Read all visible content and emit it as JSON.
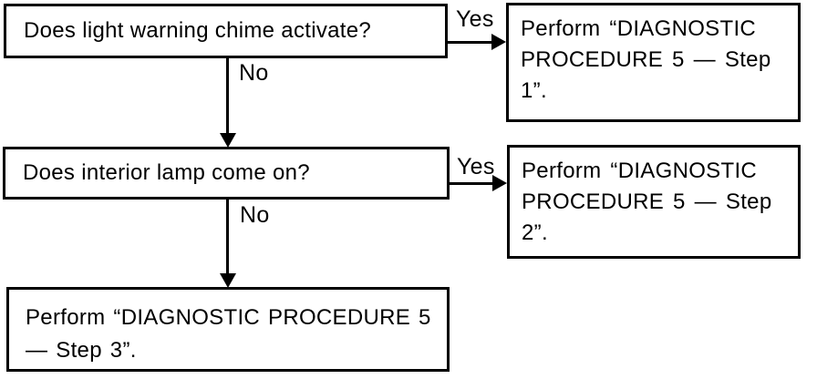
{
  "flowchart": {
    "background_color": "#ffffff",
    "line_color": "#000000",
    "nodes": [
      {
        "id": "q1",
        "type": "question",
        "text": "Does light warning chime activate?"
      },
      {
        "id": "step1",
        "type": "action",
        "text": "Perform “DIAGNOSTIC\nPROCEDURE 5 — Step\n1”."
      },
      {
        "id": "q2",
        "type": "question",
        "text": "Does interior lamp come on?"
      },
      {
        "id": "step2",
        "type": "action",
        "text": "Perform “DIAGNOSTIC\nPROCEDURE 5 — Step\n2”."
      },
      {
        "id": "step3",
        "type": "action",
        "text": "Perform “DIAGNOSTIC PROCEDURE 5\n— Step 3”."
      }
    ],
    "edges": [
      {
        "from": "q1",
        "to": "step1",
        "label": "Yes"
      },
      {
        "from": "q1",
        "to": "q2",
        "label": "No"
      },
      {
        "from": "q2",
        "to": "step2",
        "label": "Yes"
      },
      {
        "from": "q2",
        "to": "step3",
        "label": "No"
      }
    ]
  }
}
